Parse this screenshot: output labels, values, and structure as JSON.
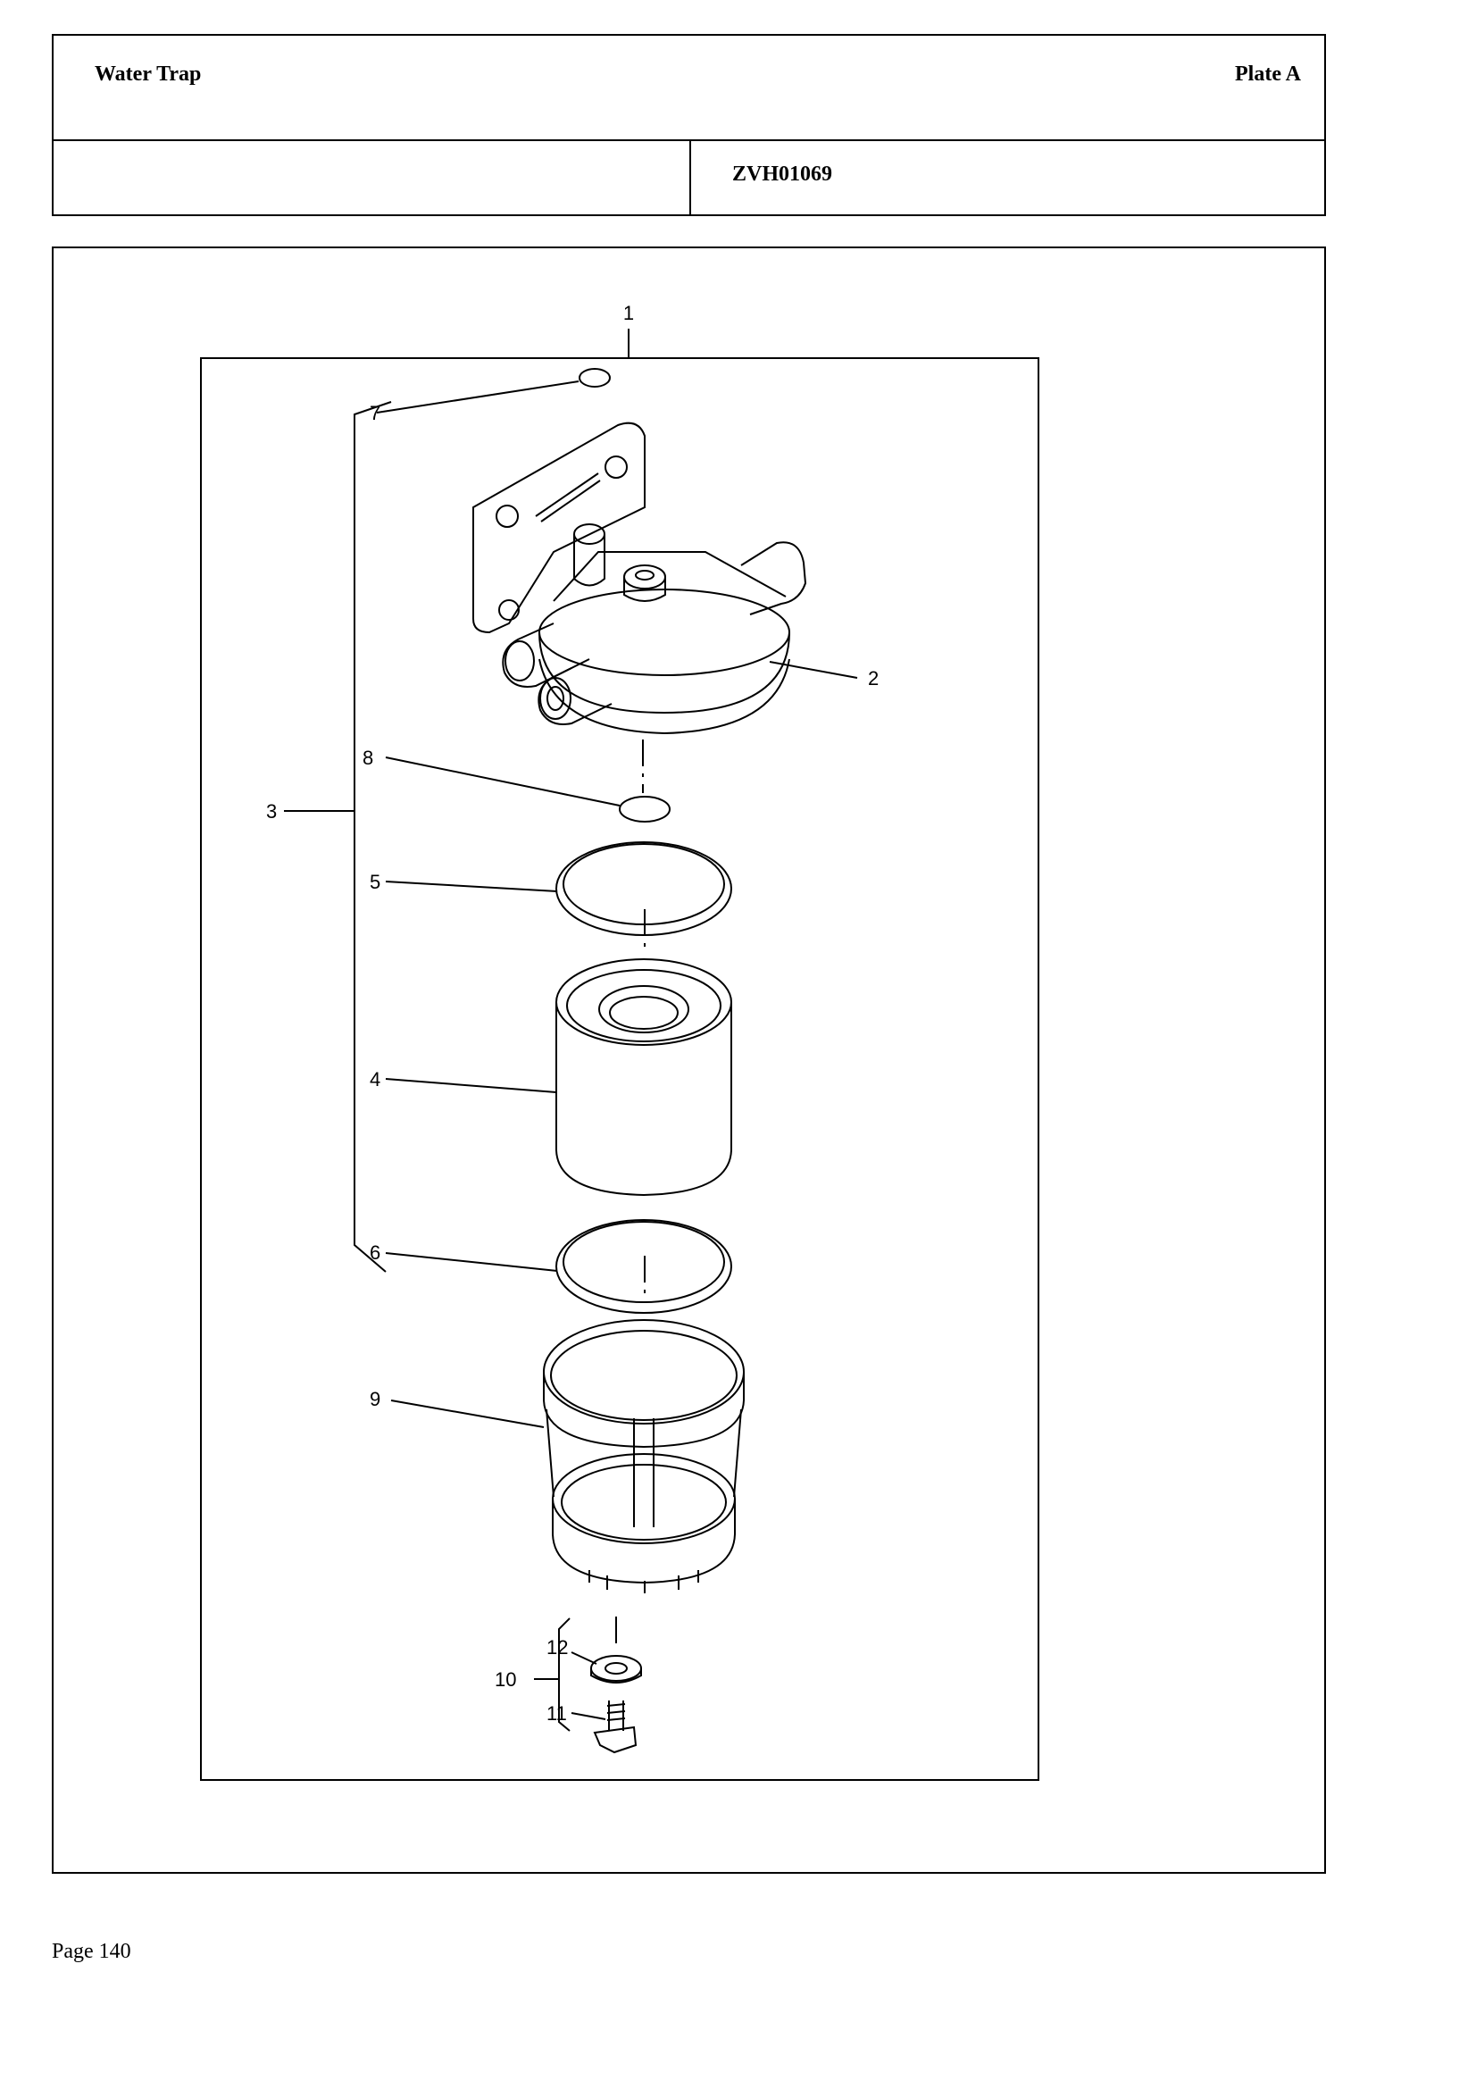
{
  "header": {
    "title": "Water Trap",
    "plate": "Plate A",
    "drawing_code": "ZVH01069"
  },
  "callouts": [
    "1",
    "2",
    "3",
    "4",
    "5",
    "6",
    "7",
    "8",
    "9",
    "10",
    "11",
    "12"
  ],
  "footer": {
    "page": "Page 140"
  }
}
